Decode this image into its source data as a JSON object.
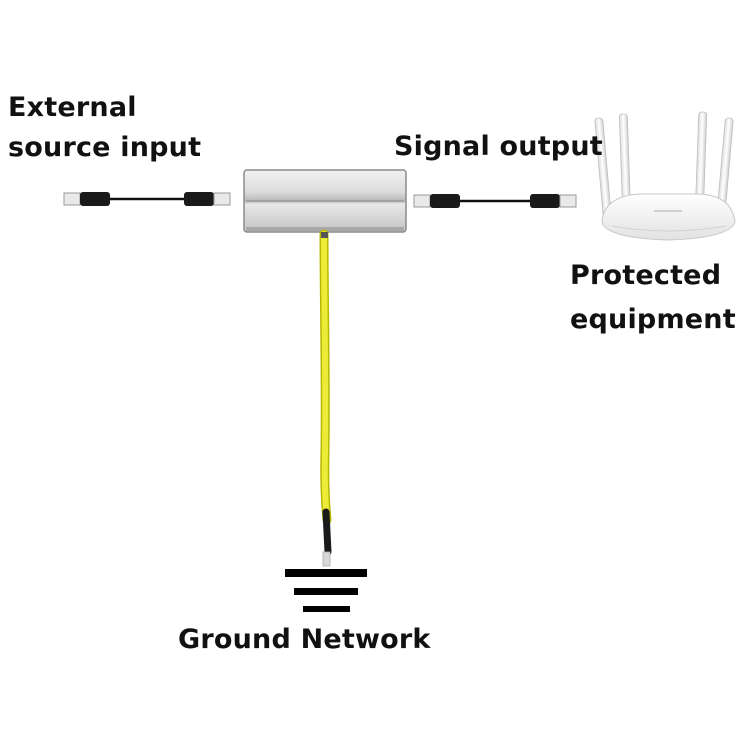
{
  "labels": {
    "input": [
      "External",
      "source input"
    ],
    "output": "Signal output",
    "equipment": [
      "Protected",
      "equipment"
    ],
    "ground": "Ground Network"
  },
  "colors": {
    "ground_wire": "#ecec38",
    "ground_wire_edge": "#b8b800",
    "cable": "#111111",
    "protector_body": "#d6d6d6",
    "router_body": "#f4f4f4",
    "ground_symbol": "#000000",
    "text": "#111111"
  },
  "icons": {
    "protector": "surge-protector-icon",
    "router": "router-icon",
    "ground": "ground-symbol-icon",
    "connector": "rj45-connector-icon"
  }
}
